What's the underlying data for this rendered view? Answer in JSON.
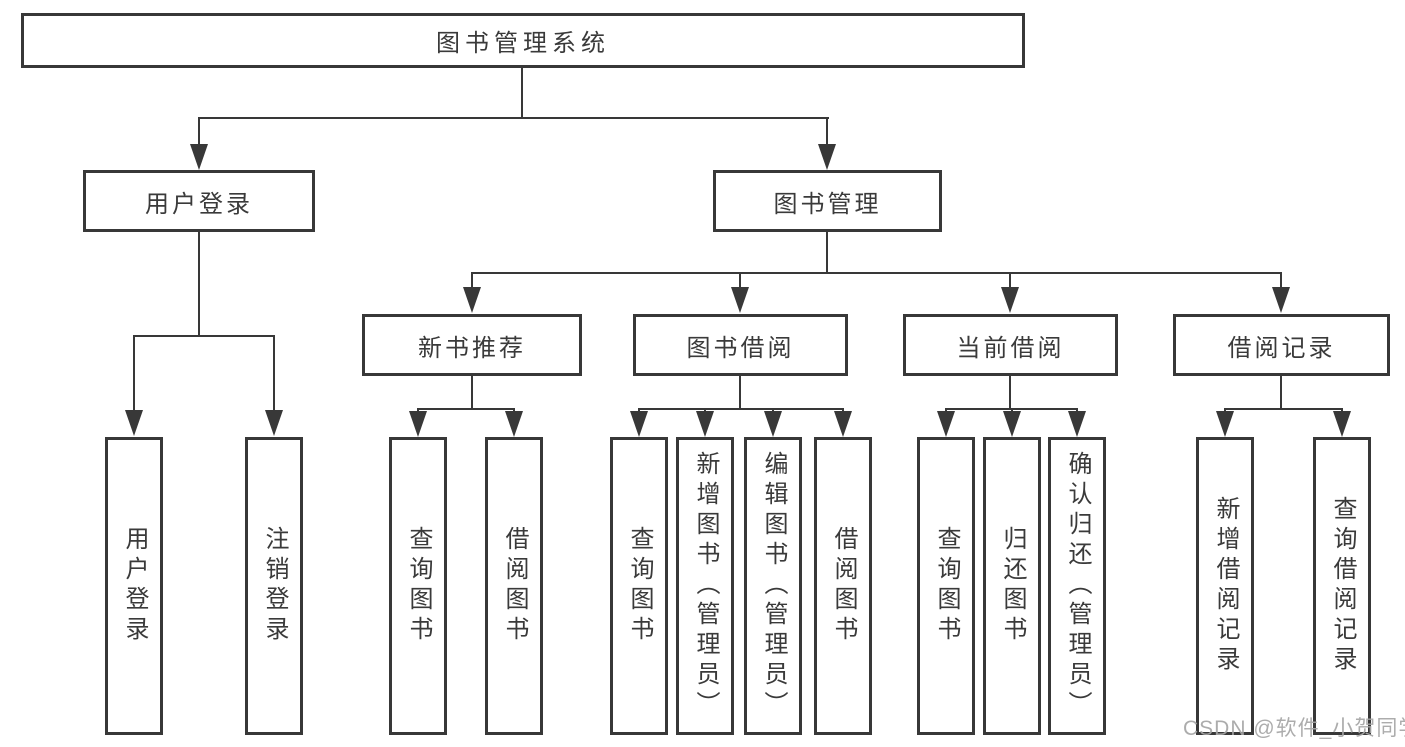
{
  "tree": {
    "label": "图书管理系统",
    "children": [
      {
        "label": "用户登录",
        "children": [
          {
            "label": "用户登录"
          },
          {
            "label": "注销登录"
          }
        ]
      },
      {
        "label": "图书管理",
        "children": [
          {
            "label": "新书推荐",
            "children": [
              {
                "label": "查询图书"
              },
              {
                "label": "借阅图书"
              }
            ]
          },
          {
            "label": "图书借阅",
            "children": [
              {
                "label": "查询图书"
              },
              {
                "label": "新增图书（管理员）"
              },
              {
                "label": "编辑图书（管理员）"
              },
              {
                "label": "借阅图书"
              }
            ]
          },
          {
            "label": "当前借阅",
            "children": [
              {
                "label": "查询图书"
              },
              {
                "label": "归还图书"
              },
              {
                "label": "确认归还（管理员）"
              }
            ]
          },
          {
            "label": "借阅记录",
            "children": [
              {
                "label": "新增借阅记录"
              },
              {
                "label": "查询借阅记录"
              }
            ]
          }
        ]
      }
    ]
  },
  "watermark": "CSDN @软件_小贺同学",
  "colors": {
    "line": "#383838",
    "text": "#3a3a3a",
    "background": "#ffffff",
    "watermark": "#a6a6a6"
  }
}
